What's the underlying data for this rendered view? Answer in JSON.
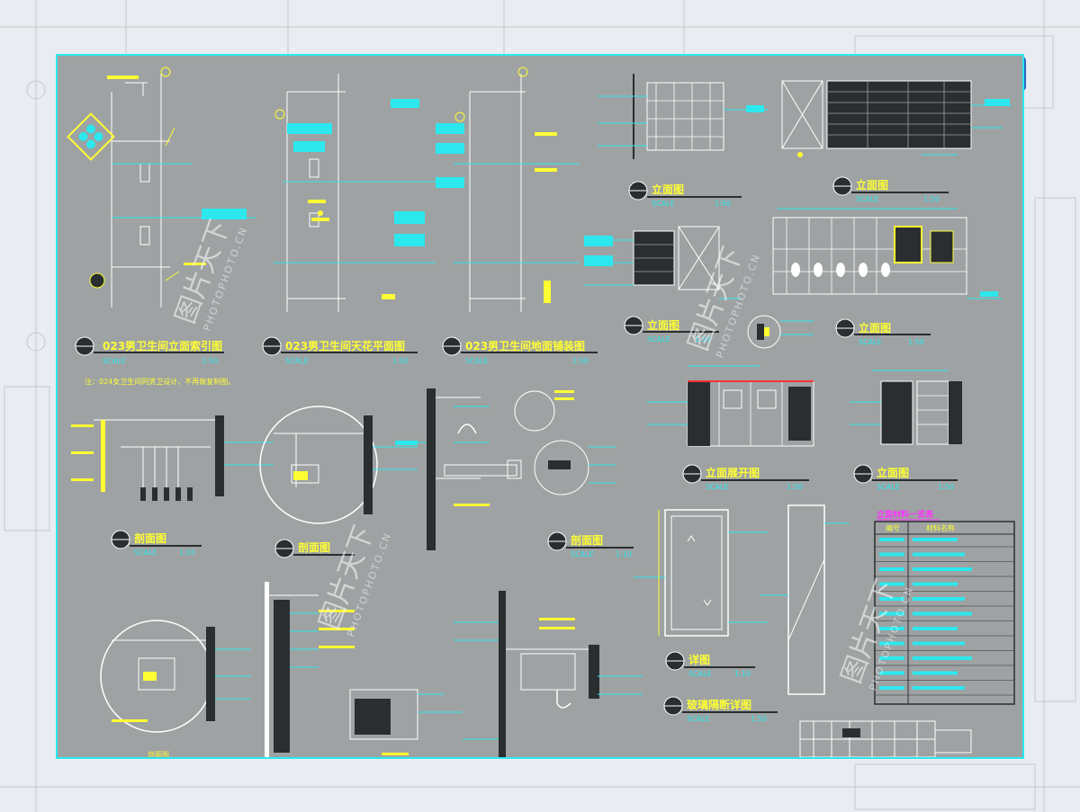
{
  "sheet_titles": {
    "index_plan": "023男卫生间立面索引图",
    "ceiling_plan": "023男卫生间天花平面图",
    "floor_plan": "023男卫生间地面铺装图",
    "elevation_1": "立面图",
    "elevation_2": "立面图",
    "elevation_3": "立面图",
    "elevation_4": "立面图",
    "elevation_expanded": "立面展开图",
    "elevation_5": "立面图",
    "section_1": "剖面图",
    "section_2": "剖面图",
    "section_3": "剖面图",
    "detail": "详图",
    "glass_partition": "玻璃隔断详图"
  },
  "scale_word": "SCALE",
  "scales": {
    "index_plan": "1:50",
    "ceiling_plan": "1:50",
    "floor_plan": "1:50",
    "elevation_1": "1:50",
    "elevation_2": "1:50",
    "elevation_3": "1:50",
    "elevation_4": "1:50",
    "elevation_expanded": "1:50",
    "elevation_5": "1:50",
    "section_1": "1:10",
    "section_3": "1:10",
    "detail": "1:10",
    "glass_partition": "1:50"
  },
  "note_text": "注：024女卫生间同男卫设计，不再做复制图。",
  "materials_table": {
    "title": "立面材料一览表",
    "headers": [
      "编号",
      "材料名称"
    ],
    "row_count": 11
  },
  "watermark": {
    "logo_text": "图片天下",
    "sub_text": "PHOTOPHOTO.CN"
  },
  "colors": {
    "canvas": "#9ea2a3",
    "cyan": "#2ce8ee",
    "yellow": "#ffff33",
    "white": "#ffffff",
    "magenta": "#ff33ff",
    "dark": "#2a2e30"
  }
}
